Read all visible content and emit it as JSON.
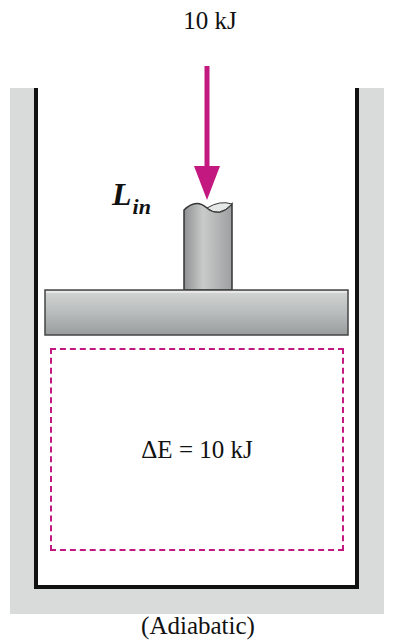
{
  "diagram": {
    "nodes": [
      {
        "text": [
          "ΔE = 10 kJ"
        ]
      }
    ],
    "labels": [
      "10 kJ",
      "L",
      "in",
      "(Adiabatic)"
    ]
  }
}
